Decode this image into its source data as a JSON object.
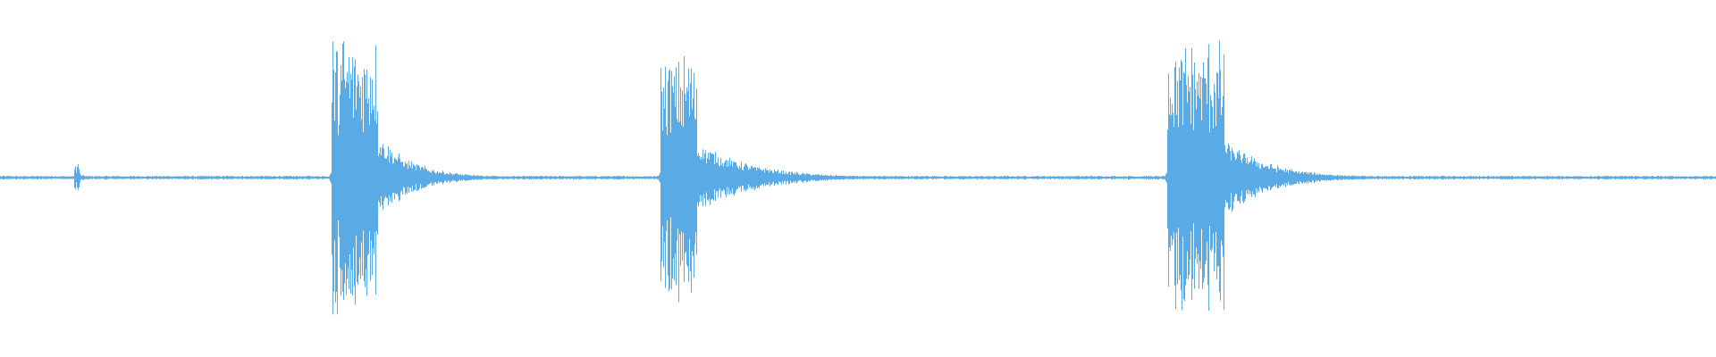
{
  "waveform": {
    "color": "#5aaae6",
    "background": "#ffffff",
    "events": [
      {
        "name": "event-1",
        "position": 0.043,
        "peak": 0.04,
        "duration": 0.006,
        "decay": 0.003
      },
      {
        "name": "event-2",
        "position": 0.193,
        "peak": 0.42,
        "duration": 0.045,
        "decay": 0.02
      },
      {
        "name": "event-3",
        "position": 0.385,
        "peak": 0.37,
        "duration": 0.035,
        "decay": 0.03
      },
      {
        "name": "event-4",
        "position": 0.68,
        "peak": 0.4,
        "duration": 0.055,
        "decay": 0.025
      }
    ]
  }
}
